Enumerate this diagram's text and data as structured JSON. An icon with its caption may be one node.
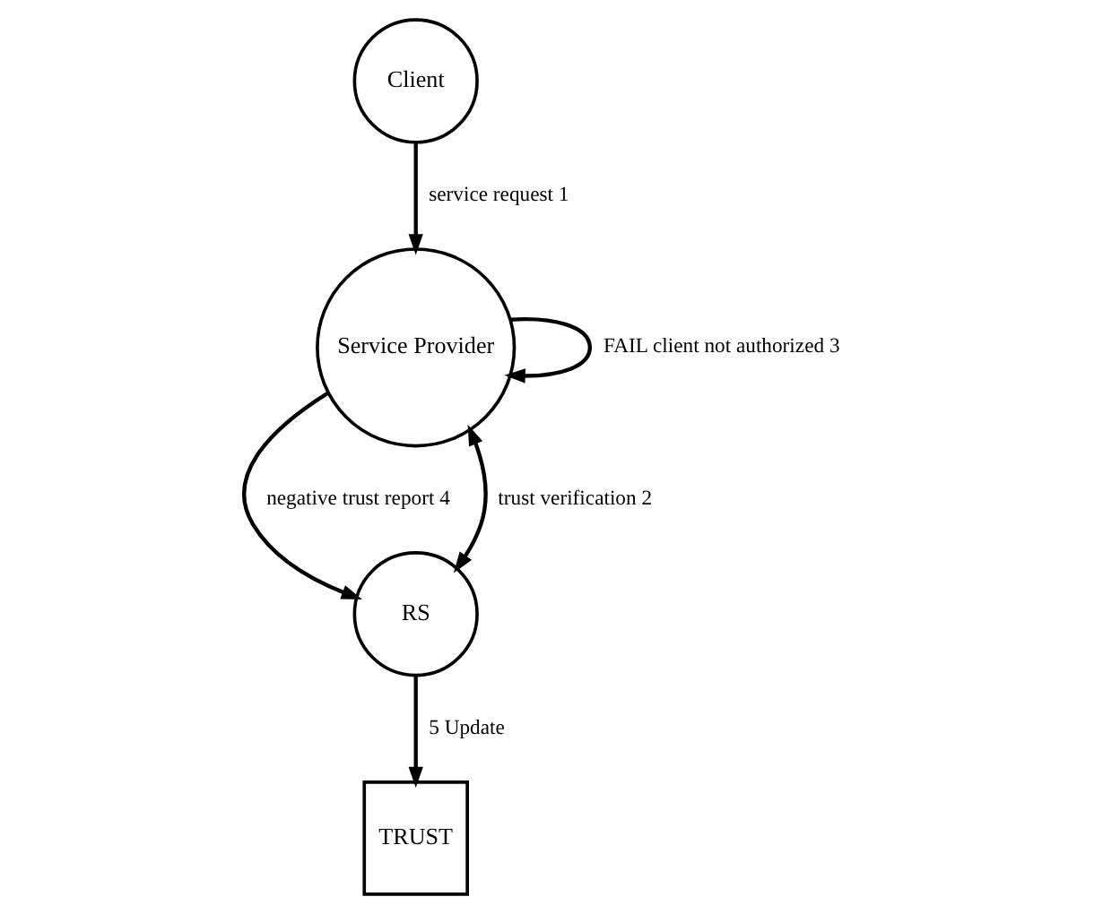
{
  "diagram": {
    "nodes": [
      {
        "text": [
          "Client"
        ]
      },
      {
        "text": [
          "RS"
        ]
      },
      {
        "text": [
          "Service Provider"
        ]
      },
      {
        "text": [
          "TRUST"
        ]
      }
    ],
    "edges": [
      {
        "from": 0,
        "to": 2,
        "arrow": "to",
        "label": "service request 1"
      },
      {
        "from": 1,
        "to": 2,
        "arrow": "both",
        "label": "trust verification 2"
      },
      {
        "from": 2,
        "to": 2,
        "arrow": "to",
        "label": "FAIL client not authorized 3"
      },
      {
        "from": 2,
        "to": 1,
        "arrow": "to",
        "label": "negative trust report 4"
      },
      {
        "from": 1,
        "to": 3,
        "arrow": "to",
        "label": "5 Update"
      }
    ]
  }
}
